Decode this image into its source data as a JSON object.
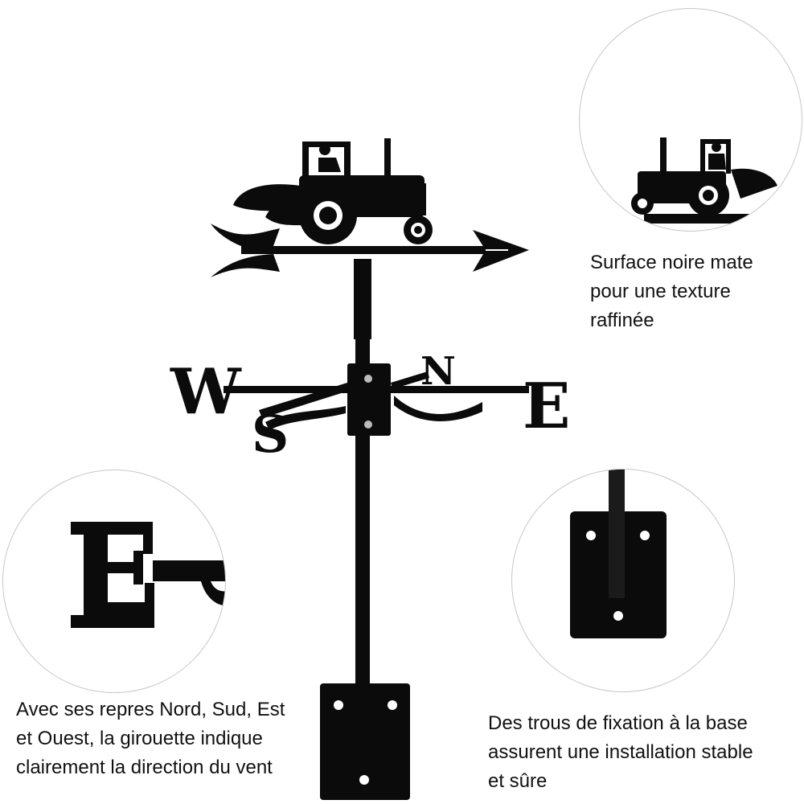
{
  "product": {
    "colors": {
      "metal": "#0b0b0b",
      "hole": "#ffffff",
      "circle_border": "#c7c7c7",
      "background": "#ffffff"
    },
    "compass_letters": {
      "west": "W",
      "east": "E",
      "north": "N",
      "south": "S"
    }
  },
  "callouts": {
    "finish": {
      "text": "Surface noire mate\npour une texture\nraffinée",
      "icon": "tractor-detail-icon"
    },
    "directions": {
      "text": "Avec ses repres Nord, Sud, Est\net Ouest, la girouette indique\nclairement la direction du vent",
      "icon": "letter-e-detail-icon"
    },
    "mounting": {
      "text": "Des trous de fixation à la base\nassurent une installation stable\net sûre",
      "icon": "mounting-plate-detail-icon"
    }
  }
}
